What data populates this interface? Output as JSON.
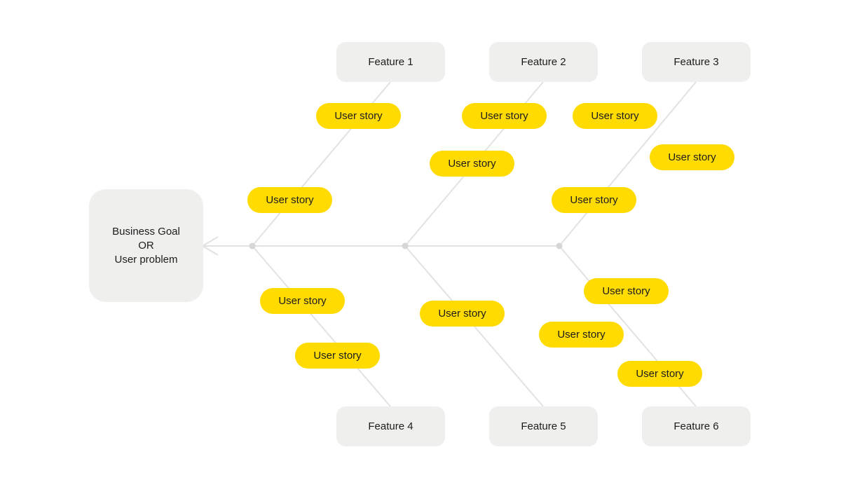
{
  "colors": {
    "background": "#FFFFFF",
    "feature_node_bg": "#EFEFED",
    "user_story_bg": "#FFDB00",
    "connector_line": "#E2E2E2",
    "junction_dot": "#D6D6D6",
    "text": "#1C1C1C"
  },
  "diagram": {
    "type": "fishbone",
    "root": {
      "label": "Business Goal OR User problem",
      "lines": [
        "Business Goal",
        "OR",
        "User problem"
      ]
    },
    "features": [
      {
        "label": "Feature 1"
      },
      {
        "label": "Feature 2"
      },
      {
        "label": "Feature 3"
      },
      {
        "label": "Feature 4"
      },
      {
        "label": "Feature 5"
      },
      {
        "label": "Feature 6"
      }
    ],
    "user_stories": [
      {
        "label": "User story",
        "branch": "Feature 1"
      },
      {
        "label": "User story",
        "branch": "Feature 1"
      },
      {
        "label": "User story",
        "branch": "Feature 2"
      },
      {
        "label": "User story",
        "branch": "Feature 2"
      },
      {
        "label": "User story",
        "branch": "Feature 3"
      },
      {
        "label": "User story",
        "branch": "Feature 3"
      },
      {
        "label": "User story",
        "branch": "Feature 3"
      },
      {
        "label": "User story",
        "branch": "Feature 4"
      },
      {
        "label": "User story",
        "branch": "Feature 4"
      },
      {
        "label": "User story",
        "branch": "Feature 5"
      },
      {
        "label": "User story",
        "branch": "Feature 6"
      },
      {
        "label": "User story",
        "branch": "Feature 6"
      },
      {
        "label": "User story",
        "branch": "Feature 6"
      }
    ]
  }
}
